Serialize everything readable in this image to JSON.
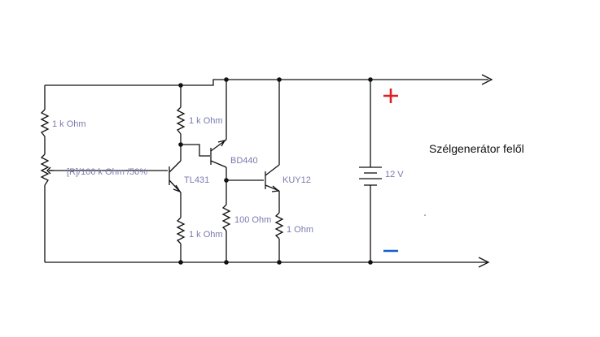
{
  "labels": {
    "r1": "1 k Ohm",
    "pot": "[R]/100 k Ohm /50%",
    "r2": "1 k Ohm",
    "q_tl431": "TL431",
    "q_bd440": "BD440",
    "r3": "1 k Ohm",
    "r4": "100  Ohm",
    "q_kuy12": "KUY12",
    "r5": "1  Ohm",
    "battery": "12 V",
    "source": "Szélgenerátor felől"
  },
  "colors": {
    "wire": "#111111",
    "label": "#7a7ab0",
    "plus": "#e02020",
    "minus": "#1060d0"
  }
}
